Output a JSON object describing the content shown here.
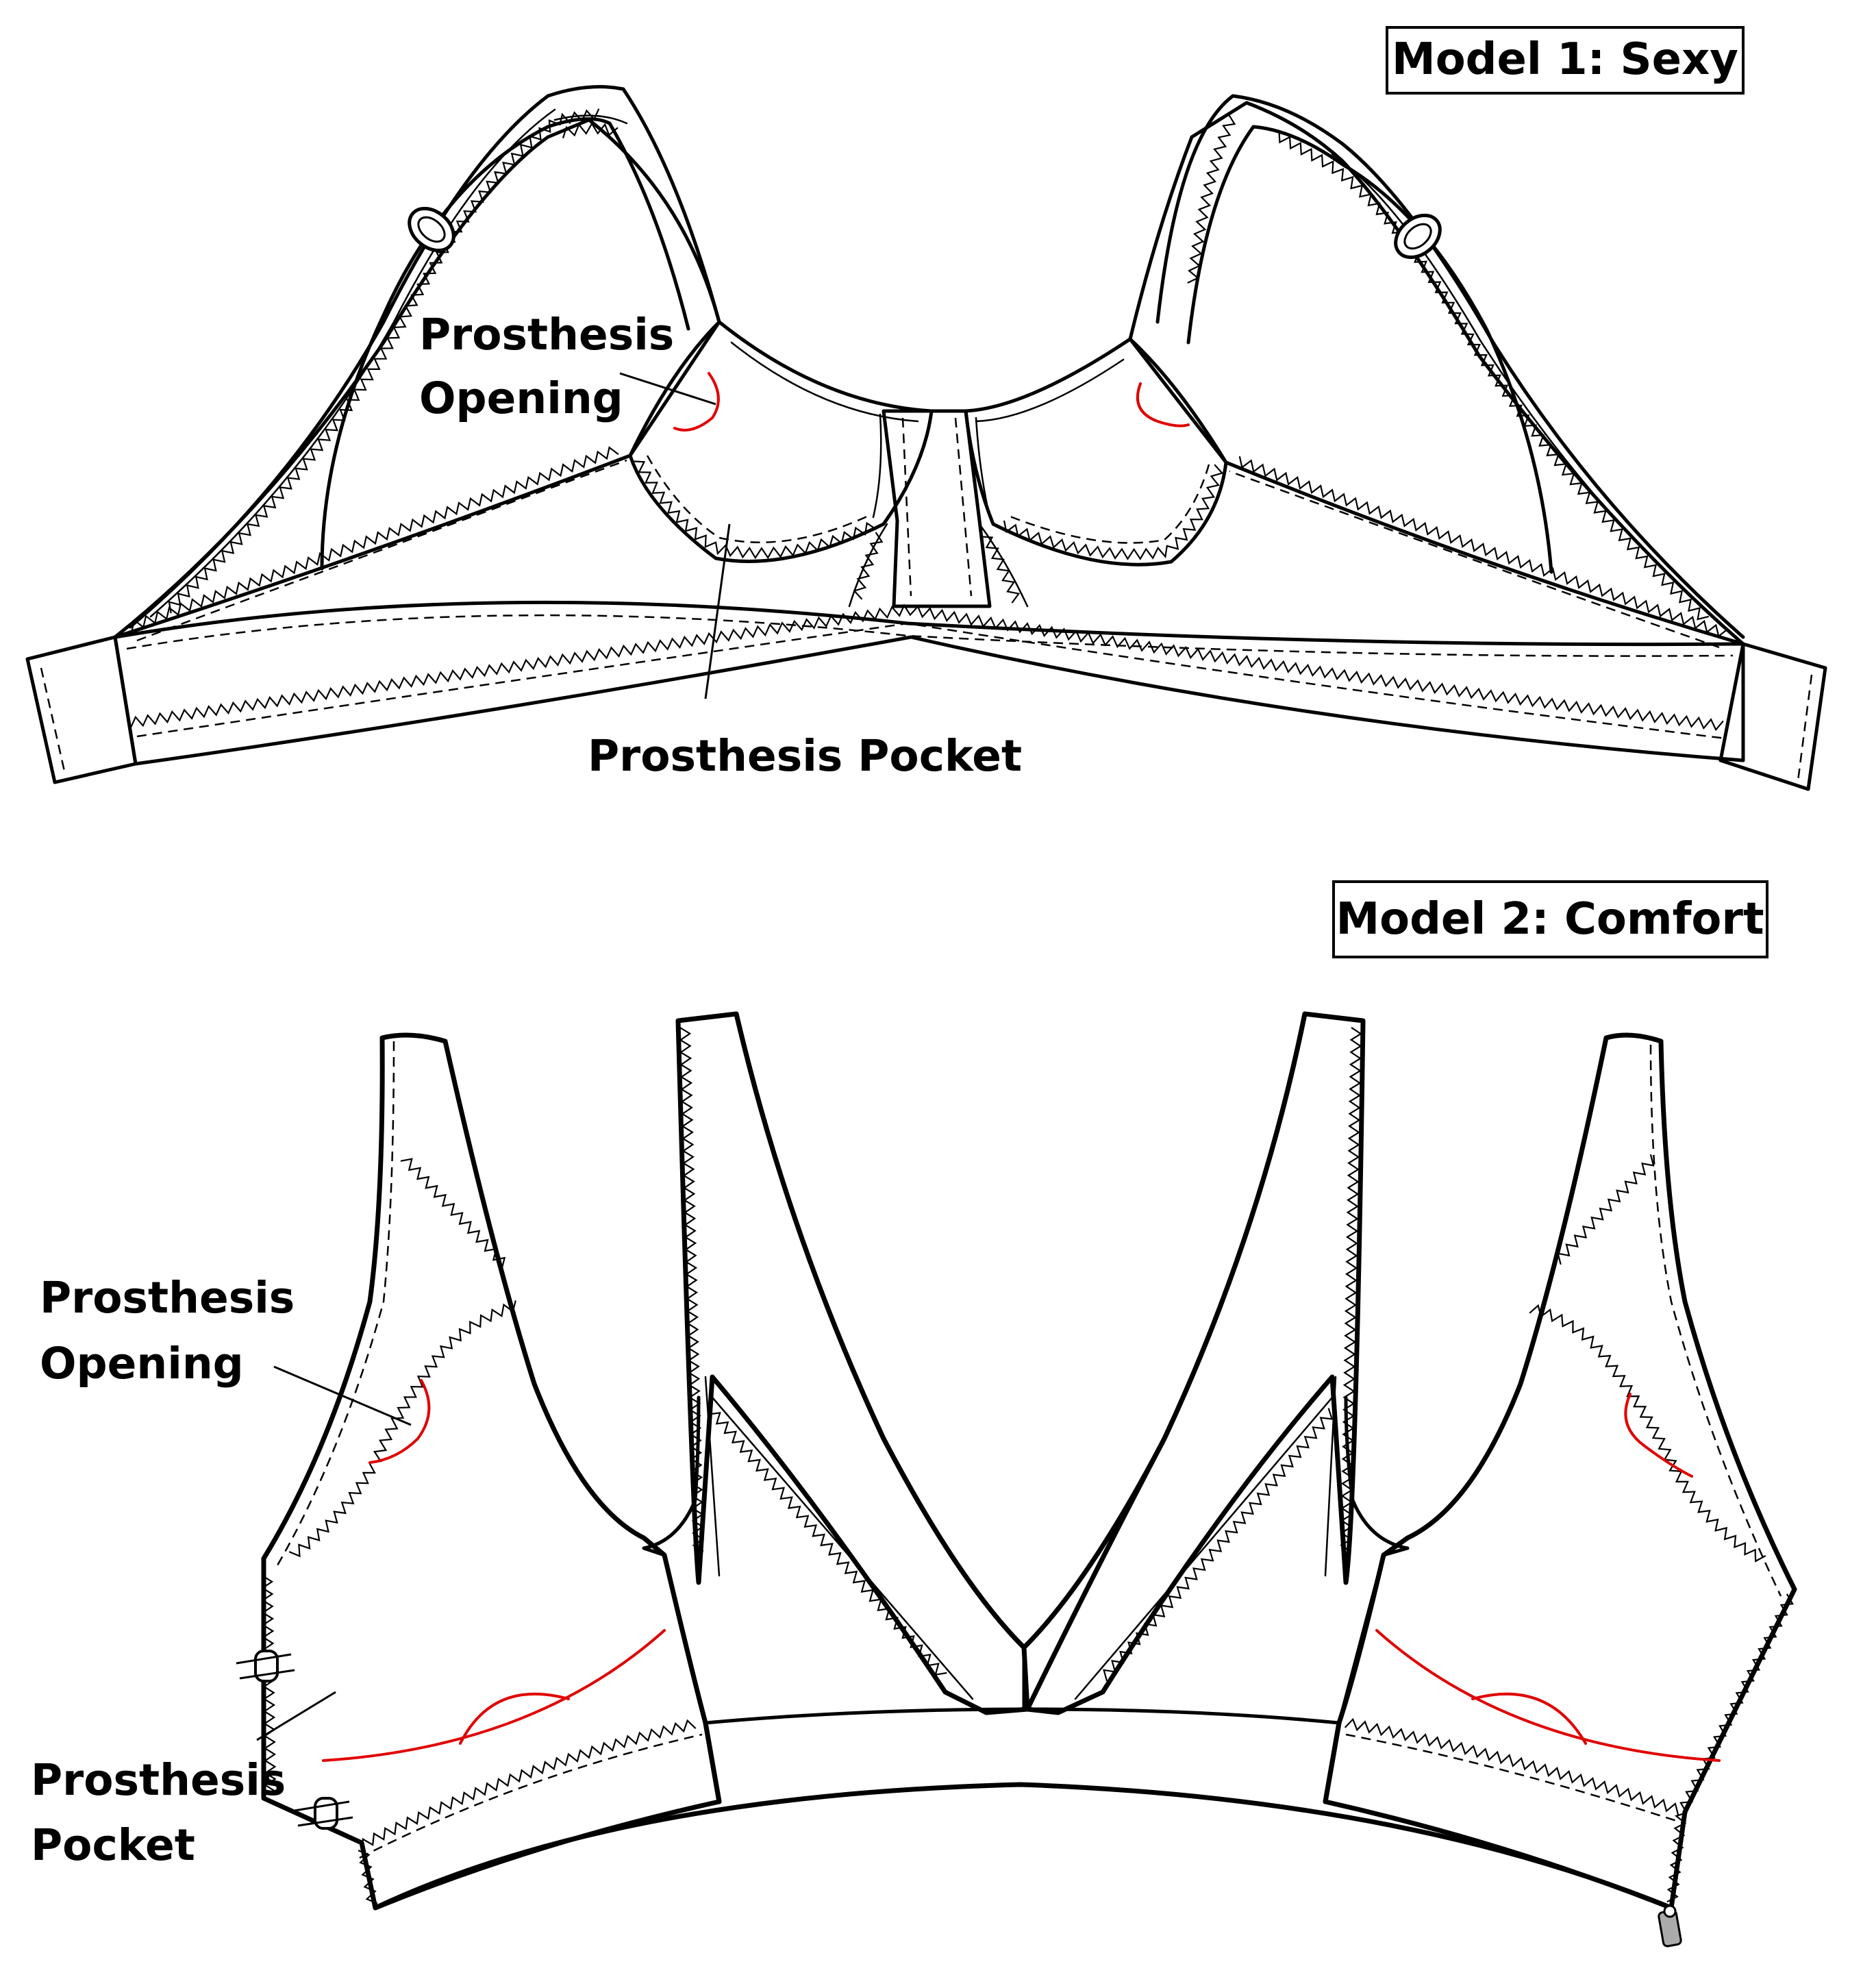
{
  "model1": {
    "title": "Model 1: Sexy",
    "label_opening_line1": "Prosthesis",
    "label_opening_line2": "Opening",
    "label_pocket": "Prosthesis Pocket"
  },
  "model2": {
    "title": "Model 2: Comfort",
    "label_opening_line1": "Prosthesis",
    "label_opening_line2": "Opening",
    "label_pocket_line1": "Prosthesis",
    "label_pocket_line2": "Pocket"
  },
  "colors": {
    "outline": "#000000",
    "prosthesis_marking": "#e00000",
    "background": "#ffffff"
  }
}
